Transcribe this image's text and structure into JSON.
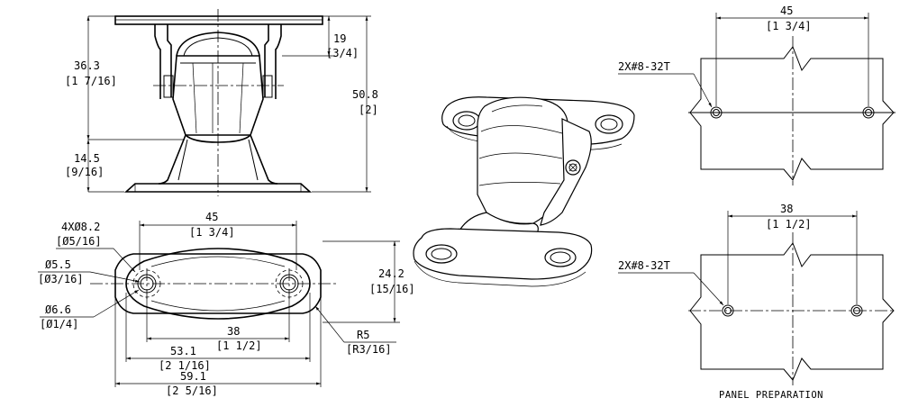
{
  "views": {
    "front": {
      "dim_19": "19",
      "dim_19_in": "[3/4]",
      "dim_36_3": "36.3",
      "dim_36_3_in": "[1 7/16]",
      "dim_50_8": "50.8",
      "dim_50_8_in": "[2]",
      "dim_14_5": "14.5",
      "dim_14_5_in": "[9/16]"
    },
    "top": {
      "holes_note": "4XØ8.2",
      "holes_note_in": "[Ø5/16]",
      "dim_45": "45",
      "dim_45_in": "[1 3/4]",
      "dim_5_5": "Ø5.5",
      "dim_5_5_in": "[Ø3/16]",
      "dim_6_6": "Ø6.6",
      "dim_6_6_in": "[Ø1/4]",
      "dim_24_2": "24.2",
      "dim_24_2_in": "[15/16]",
      "dim_38": "38",
      "dim_38_in": "[1 1/2]",
      "dim_53_1": "53.1",
      "dim_53_1_in": "[2 1/16]",
      "dim_59_1": "59.1",
      "dim_59_1_in": "[2 5/16]",
      "radius": "R5",
      "radius_in": "[R3/16]"
    },
    "panel_upper": {
      "dim_45": "45",
      "dim_45_in": "[1 3/4]",
      "tap_note": "2X#8-32T"
    },
    "panel_lower": {
      "dim_38": "38",
      "dim_38_in": "[1 1/2]",
      "tap_note": "2X#8-32T"
    },
    "panel_caption": "PANEL PREPARATION"
  }
}
